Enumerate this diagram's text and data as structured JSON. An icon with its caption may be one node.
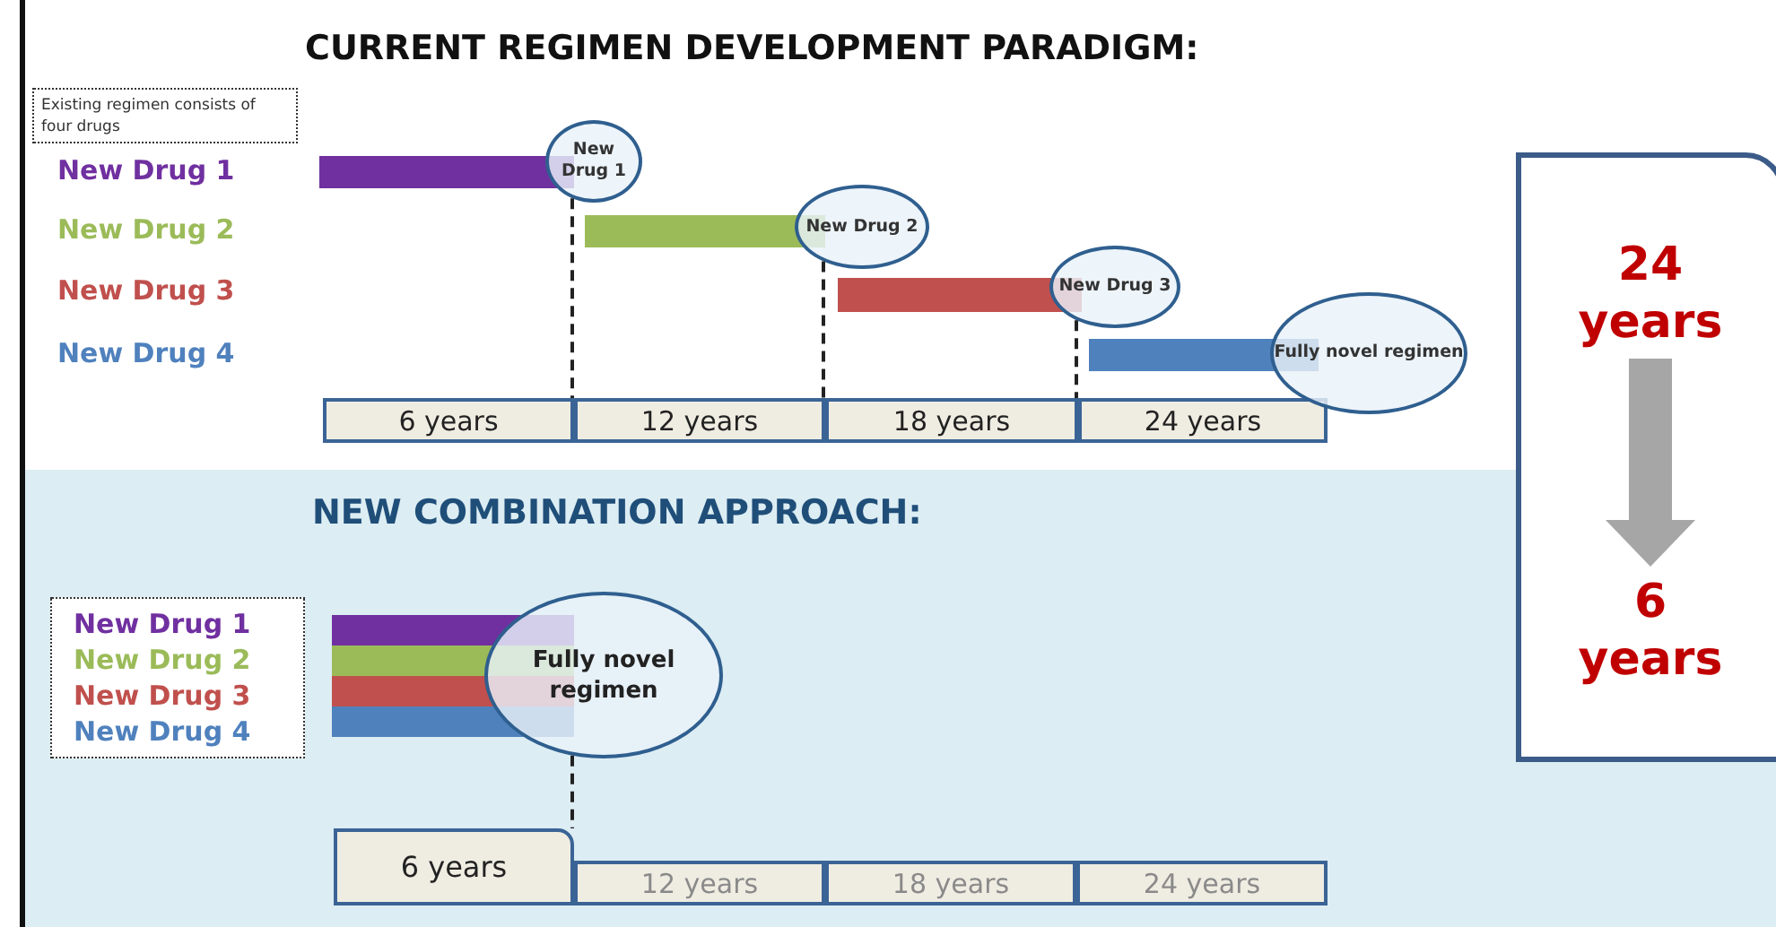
{
  "diagram": {
    "title": "CURRENT REGIMEN DEVELOPMENT PARADIGM:",
    "nodes": [
      {
        "text": [
          "Existing regimen consists of four drugs"
        ]
      },
      {
        "text": [
          "New Drug 1"
        ]
      },
      {
        "text": [
          "New Drug 2"
        ]
      },
      {
        "text": [
          "New Drug 3"
        ]
      },
      {
        "text": [
          "Fully novel regimen"
        ]
      },
      {
        "text": [
          "6 years"
        ]
      },
      {
        "text": [
          "12 years"
        ]
      },
      {
        "text": [
          "18 years"
        ]
      },
      {
        "text": [
          "24 years"
        ]
      },
      {
        "text": [
          "New Drug 1",
          "New Drug 2",
          "New Drug 3",
          "New Drug 4"
        ]
      },
      {
        "text": [
          "Fully novel regimen"
        ]
      },
      {
        "text": [
          "6 years"
        ]
      },
      {
        "text": [
          "12 years"
        ]
      },
      {
        "text": [
          "18 years"
        ]
      },
      {
        "text": [
          "24 years"
        ]
      },
      {
        "text": [],
        "shape": "box"
      },
      {
        "text": [
          "24 years"
        ],
        "in": 15
      },
      {
        "text": [
          "6 years"
        ],
        "in": 15
      },
      {
        "text": [],
        "shape": "bar"
      },
      {
        "text": [],
        "shape": "bar"
      },
      {
        "text": [],
        "shape": "bar"
      },
      {
        "text": [],
        "shape": "bar"
      },
      {
        "text": [],
        "shape": "bar"
      },
      {
        "text": [],
        "shape": "bar"
      },
      {
        "text": [],
        "shape": "bar"
      },
      {
        "text": [],
        "shape": "bar"
      }
    ],
    "edges": [
      {
        "from": 1,
        "to": 5,
        "arrow": "none",
        "style": "dashed"
      },
      {
        "from": 2,
        "to": 6,
        "arrow": "none",
        "style": "dashed"
      },
      {
        "from": 3,
        "to": 7,
        "arrow": "none",
        "style": "dashed"
      },
      {
        "from": 10,
        "to": 11,
        "arrow": "none",
        "style": "dashed"
      },
      {
        "from": 16,
        "to": 17,
        "arrow": "to",
        "style": "thick",
        "color": "#a6a6a6"
      }
    ],
    "labels": [
      "New Drug 1",
      "New Drug 2",
      "New Drug 3",
      "New Drug 4",
      "NEW COMBINATION APPROACH:"
    ]
  }
}
